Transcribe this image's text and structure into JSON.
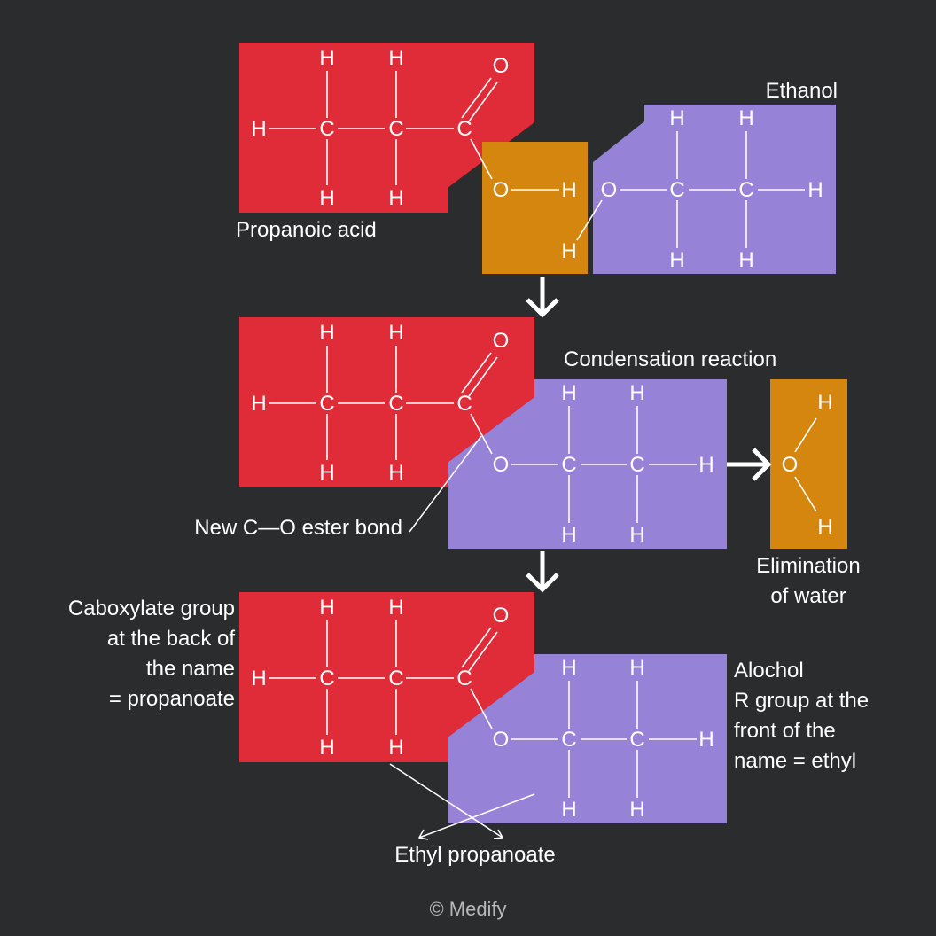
{
  "colors": {
    "background": "#2b2c2e",
    "acid_red": "#e02b38",
    "alcohol_purple": "#9683d8",
    "water_orange": "#d5860e",
    "text": "#ffffff",
    "credit": "#b7b8ba"
  },
  "atoms": {
    "H": "H",
    "C": "C",
    "O": "O"
  },
  "labels": {
    "ethanol": "Ethanol",
    "propanoic_acid": "Propanoic acid",
    "condensation": "Condensation reaction",
    "new_bond": "New C—O ester bond",
    "elimination_line1": "Elimination",
    "elimination_line2": "of water",
    "carboxylate_line1": "Caboxylate group",
    "carboxylate_line2": "at the back of",
    "carboxylate_line3": "the name",
    "carboxylate_line4": "= propanoate",
    "alcohol_line1": "Alochol",
    "alcohol_line2": "R group at the",
    "alcohol_line3": "front of the",
    "alcohol_line4": "name = ethyl",
    "product": "Ethyl propanoate"
  },
  "credit": "© Medify"
}
